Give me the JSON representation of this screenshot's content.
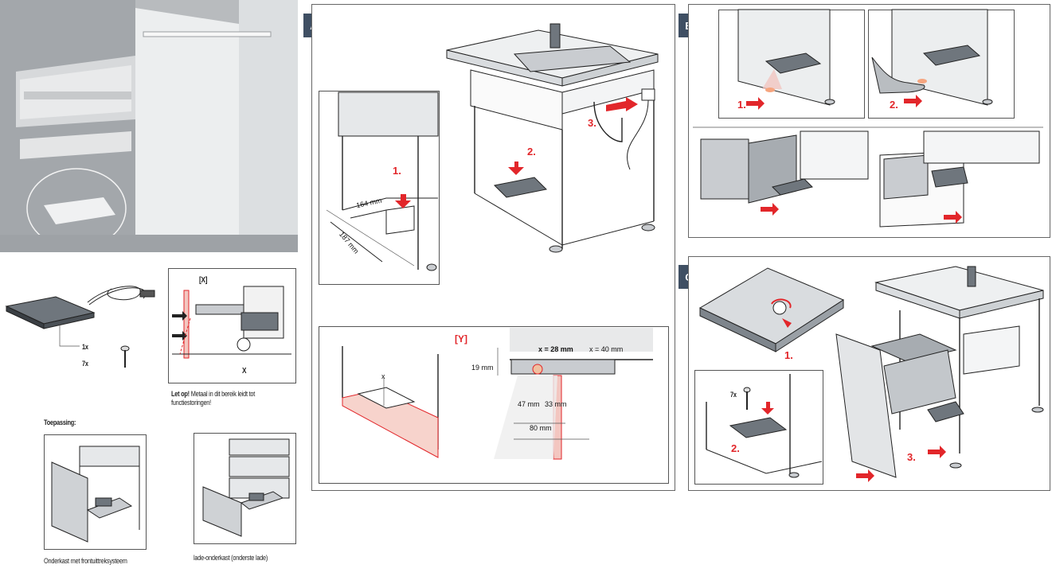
{
  "sections": {
    "a": {
      "badge": "A"
    },
    "b": {
      "badge": "B"
    },
    "c": {
      "badge": "C"
    }
  },
  "parts": {
    "qty_device": "1x",
    "qty_screws": "7x"
  },
  "detail_x": {
    "title": "[X]",
    "label": "X"
  },
  "warning": {
    "lead": "Let op!",
    "text": "Metaal in dit bereik leidt tot functiestoringen!"
  },
  "application": {
    "title": "Toepassing:",
    "caption_left": "Onderkast met frontuittreksysteem",
    "caption_right": "lade-onderkast (onderste lade)"
  },
  "panel_a": {
    "step1": "1.",
    "step2": "2.",
    "step3": "3.",
    "dim_width": "164 mm",
    "dim_depth": "187 mm"
  },
  "panel_y": {
    "title": "[Y]",
    "x_label": "x",
    "dim_x28": "x = 28 mm",
    "dim_x40": "x = 40 mm",
    "dim_19": "19 mm",
    "dim_47": "47 mm",
    "dim_33": "33 mm",
    "dim_80": "80 mm"
  },
  "panel_b": {
    "step1": "1.",
    "step2": "2."
  },
  "panel_c": {
    "step1": "1.",
    "step2": "2.",
    "step3": "3.",
    "screws": "7x"
  }
}
